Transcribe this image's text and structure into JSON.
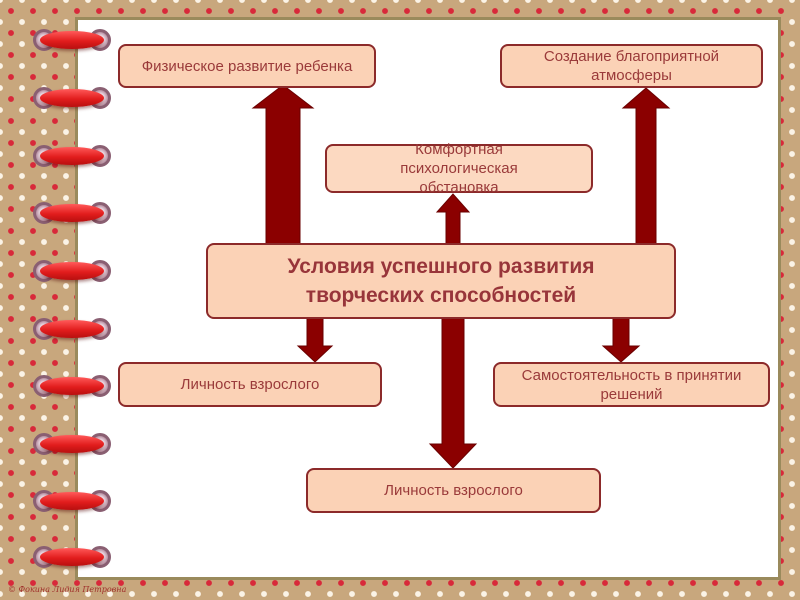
{
  "diagram": {
    "center": {
      "label": "Условия успешного развития творческих способностей"
    },
    "nodes": [
      {
        "id": "physical",
        "label": "Физическое развитие ребенка"
      },
      {
        "id": "atmosphere",
        "label": "Создание благоприятной атмосферы"
      },
      {
        "id": "comfort",
        "label": "Комфортная психологическая обстановка"
      },
      {
        "id": "adult-left",
        "label": "Личность взрослого"
      },
      {
        "id": "independence",
        "label": "Самостоятельность в принятии решений"
      },
      {
        "id": "adult-bottom",
        "label": "Личность взрослого"
      }
    ],
    "edges": [
      {
        "from": "center",
        "to": "physical",
        "direction": "up"
      },
      {
        "from": "center",
        "to": "atmosphere",
        "direction": "up"
      },
      {
        "from": "center",
        "to": "comfort",
        "direction": "up"
      },
      {
        "from": "center",
        "to": "adult-left",
        "direction": "down"
      },
      {
        "from": "center",
        "to": "independence",
        "direction": "down"
      },
      {
        "from": "center",
        "to": "adult-bottom",
        "direction": "down"
      }
    ]
  },
  "colors": {
    "arrow": "#8b0000",
    "box_fill": "#fbd2b6",
    "box_border": "#8c2a2a",
    "text": "#9a3a3a"
  },
  "footer": {
    "copyright": "© Фокина Лидия Петровна"
  }
}
